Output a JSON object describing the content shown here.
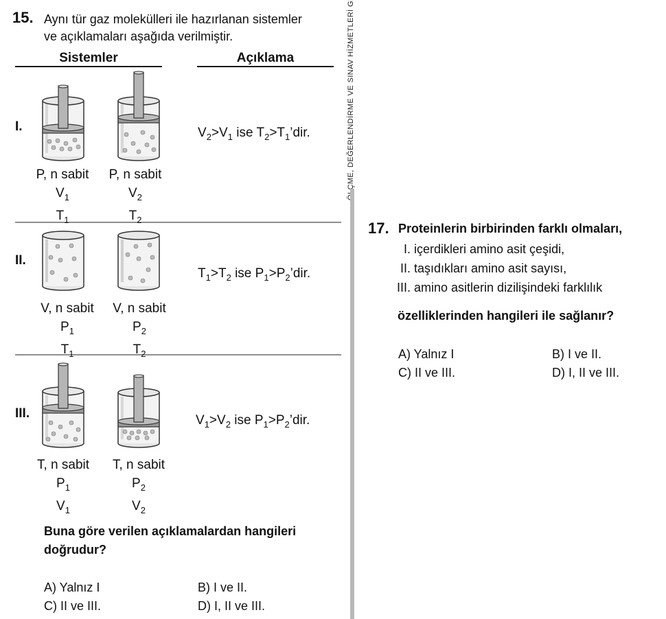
{
  "side_text": "ÖLÇME, DEĞERLENDİRME VE SINAV HİZMETLERİ GE",
  "q15": {
    "number": "15.",
    "stem_line1": "Aynı tür gaz molekülleri ile hazırlanan sistemler",
    "stem_line2": "ve açıklamaları aşağıda verilmiştir.",
    "header_systems": "Sistemler",
    "header_desc": "Açıklama",
    "rows": [
      {
        "roman": "I.",
        "left": {
          "line1": "P, n sabit",
          "v1_letter": "V",
          "v1_sub": "1",
          "v2_letter": "T",
          "v2_sub": "1"
        },
        "right": {
          "line1": "P, n sabit",
          "v1_letter": "V",
          "v1_sub": "2",
          "v2_letter": "T",
          "v2_sub": "2"
        },
        "desc": {
          "a": "V",
          "a_sub": "2",
          "op1": ">",
          "b": "V",
          "b_sub": "1",
          "mid": " ise ",
          "c": "T",
          "c_sub": "2",
          "op2": ">",
          "d": "T",
          "d_sub": "1",
          "end": "’dir."
        }
      },
      {
        "roman": "II.",
        "left": {
          "line1": "V, n sabit",
          "v1_letter": "P",
          "v1_sub": "1",
          "v2_letter": "T",
          "v2_sub": "1"
        },
        "right": {
          "line1": "V, n sabit",
          "v1_letter": "P",
          "v1_sub": "2",
          "v2_letter": "T",
          "v2_sub": "2"
        },
        "desc": {
          "a": "T",
          "a_sub": "1",
          "op1": ">",
          "b": "T",
          "b_sub": "2",
          "mid": " ise ",
          "c": "P",
          "c_sub": "1",
          "op2": ">",
          "d": "P",
          "d_sub": "2",
          "end": "’dir."
        }
      },
      {
        "roman": "III.",
        "left": {
          "line1": "T, n sabit",
          "v1_letter": "P",
          "v1_sub": "1",
          "v2_letter": "V",
          "v2_sub": "1"
        },
        "right": {
          "line1": "T, n sabit",
          "v1_letter": "P",
          "v1_sub": "2",
          "v2_letter": "V",
          "v2_sub": "2"
        },
        "desc": {
          "a": "V",
          "a_sub": "1",
          "op1": ">",
          "b": "V",
          "b_sub": "2",
          "mid": " ise ",
          "c": "P",
          "c_sub": "1",
          "op2": ">",
          "d": "P",
          "d_sub": "2",
          "end": "’dir."
        }
      }
    ],
    "question_line1": "Buna göre verilen açıklamalardan hangileri",
    "question_line2": "doğrudur?",
    "options": {
      "A": "A) Yalnız I",
      "B": "B) I ve II.",
      "C": "C) II ve III.",
      "D": "D) I, II ve III."
    }
  },
  "q17": {
    "number": "17.",
    "stem": "Proteinlerin birbirinden farklı olmaları,",
    "items": [
      "I. içerdikleri amino asit çeşidi,",
      "II. taşıdıkları amino asit sayısı,",
      "III. amino asitlerin dizilişindeki farklılık"
    ],
    "question": "özelliklerinden hangileri ile sağlanır?",
    "options": {
      "A": "A) Yalnız I",
      "B": "B) I ve II.",
      "C": "C) II ve III.",
      "D": "D) I, II ve III."
    }
  }
}
